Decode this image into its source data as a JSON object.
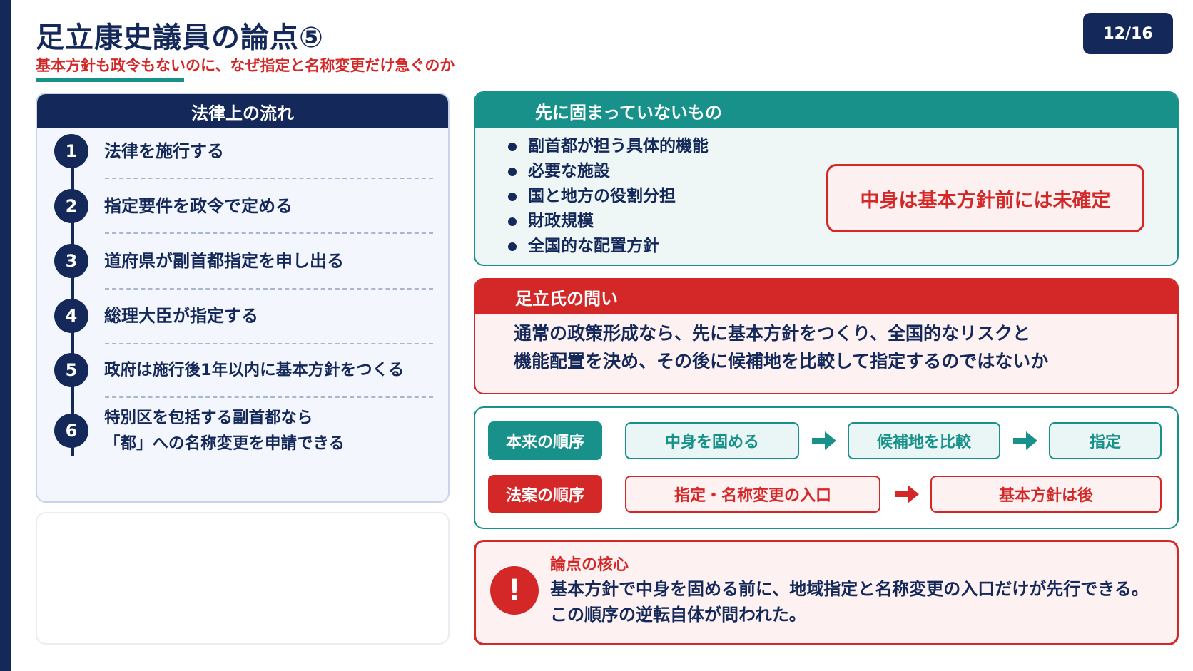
{
  "header": {
    "title": "足立康史議員の論点⑤",
    "subtitle": "基本方針も政令もないのに、なぜ指定と名称変更だけ急ぐのか",
    "page_indicator": "12/16"
  },
  "flow": {
    "title": "法律上の流れ",
    "steps": [
      {
        "num": "1",
        "lines": [
          "法律を施行する"
        ]
      },
      {
        "num": "2",
        "lines": [
          "指定要件を政令で定める"
        ]
      },
      {
        "num": "3",
        "lines": [
          "道府県が副首都指定を申し出る"
        ]
      },
      {
        "num": "4",
        "lines": [
          "総理大臣が指定する"
        ]
      },
      {
        "num": "5",
        "lines": [
          "政府は施行後1年以内に基本方針をつくる"
        ]
      },
      {
        "num": "6",
        "lines": [
          "特別区を包括する副首都なら",
          "「都」への名称変更を申請できる"
        ]
      }
    ]
  },
  "not_fixed": {
    "title": "先に固まっていないもの",
    "items": [
      "副首都が担う具体的機能",
      "必要な施設",
      "国と地方の役割分担",
      "財政規模",
      "全国的な配置方針"
    ],
    "callout": "中身は基本方針前には未確定"
  },
  "question": {
    "title": "足立氏の問い",
    "lines": [
      "通常の政策形成なら、先に基本方針をつくり、全国的なリスクと",
      "機能配置を決め、その後に候補地を比較して指定するのではないか"
    ]
  },
  "order": {
    "proper": {
      "label": "本来の順序",
      "steps": [
        "中身を固める",
        "候補地を比較",
        "指定"
      ]
    },
    "bill": {
      "label": "法案の順序",
      "steps": [
        "指定・名称変更の入口",
        "基本方針は後"
      ]
    }
  },
  "core": {
    "icon": "!",
    "title": "論点の核心",
    "lines": [
      "基本方針で中身を固める前に、地域指定と名称変更の入口だけが先行できる。",
      "この順序の逆転自体が問われた。"
    ]
  },
  "colors": {
    "navy": "#14295a",
    "teal": "#17918a",
    "red": "#d42727"
  }
}
